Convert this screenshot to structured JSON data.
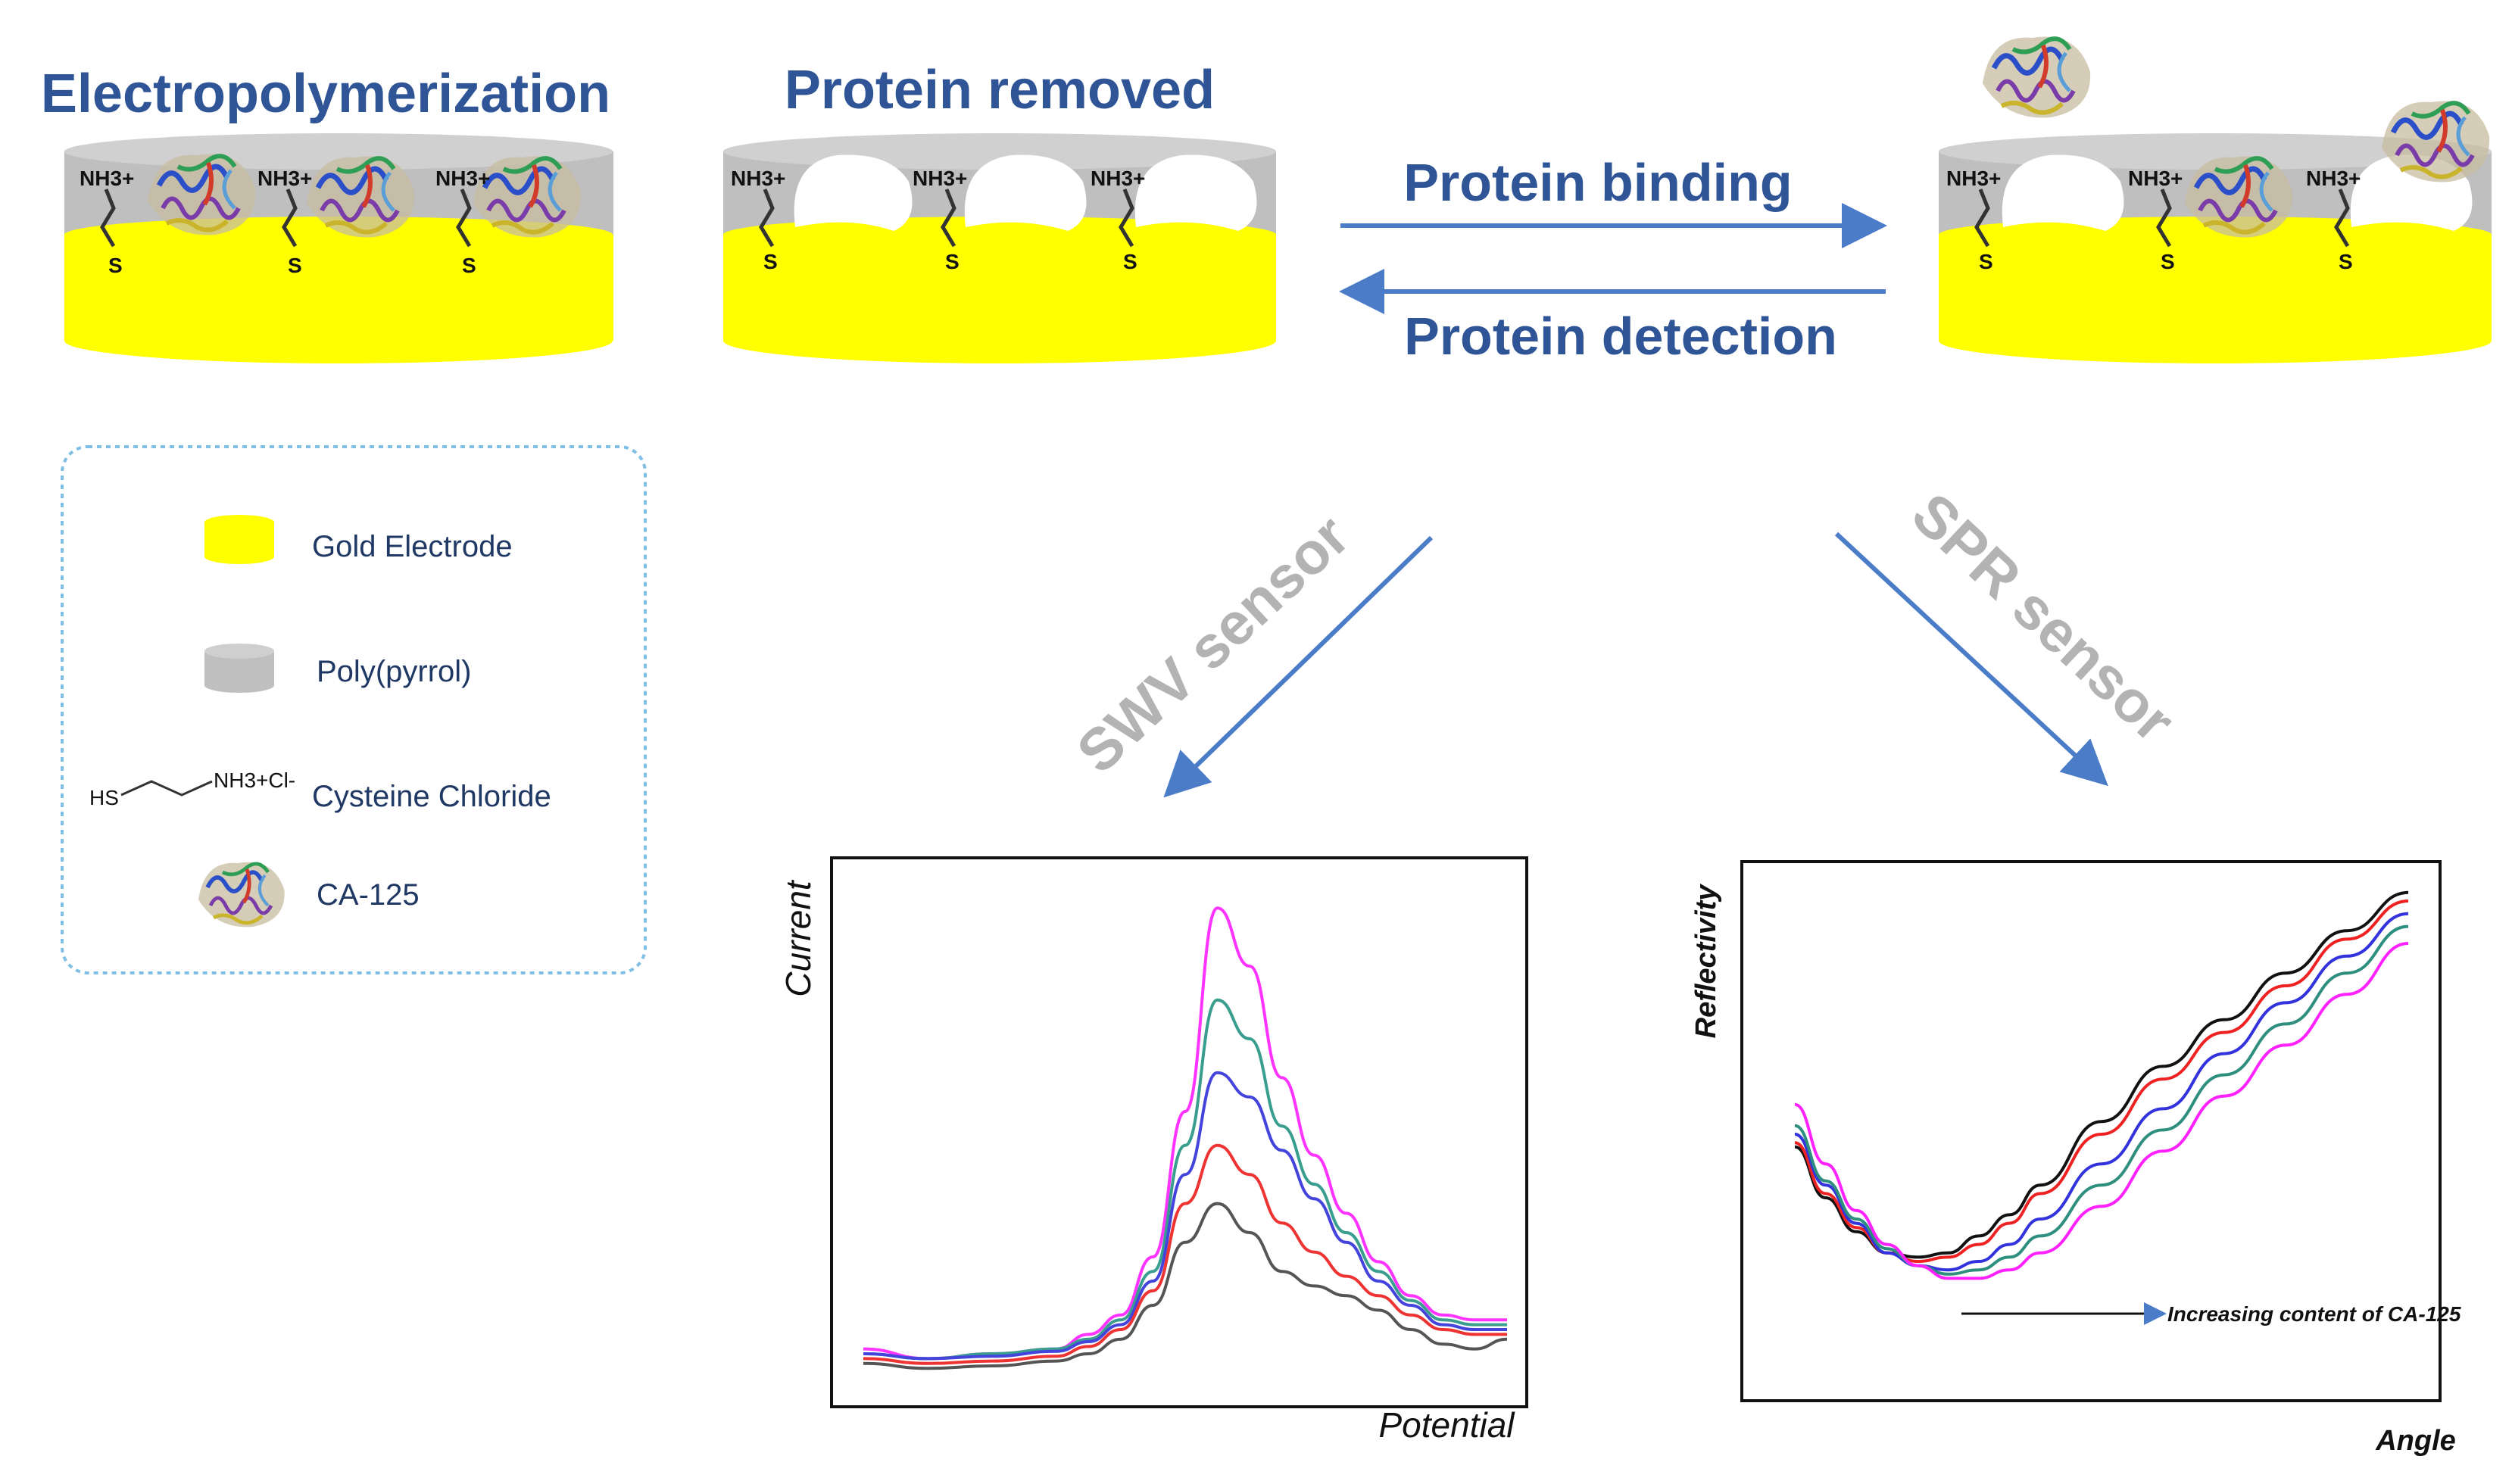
{
  "colors": {
    "title_blue": "#2f5597",
    "arrow_blue": "#4a7cc7",
    "gold": "#ffff00",
    "polymer_grey": "#bfbfbf",
    "sensor_grey": "#b3b3b3",
    "legend_border": "#7fbfe6",
    "legend_text": "#1f3864"
  },
  "stages": {
    "s1_title": "Electropolymerization",
    "s2_title": "Protein removed",
    "binding_label": "Protein binding",
    "detection_label": "Protein detection"
  },
  "chem": {
    "nh3": "NH3+",
    "s": "S"
  },
  "legend": {
    "gold": "Gold Electrode",
    "polymer": "Poly(pyrrol)",
    "cysteine": "Cysteine Chloride",
    "cysteine_formula_hs": "HS",
    "cysteine_formula_nh": "NH3+Cl-",
    "protein": "CA-125"
  },
  "sensors": {
    "swv": "SWV sensor",
    "spr": "SPR sensor"
  },
  "icons": [
    "protein-icon",
    "arrow-right-icon",
    "arrow-left-icon",
    "arrow-down-icon"
  ],
  "chart_data": [
    {
      "type": "line",
      "title": "",
      "xlabel": "Potential",
      "ylabel": "Current",
      "x": [
        0.0,
        0.1,
        0.2,
        0.3,
        0.35,
        0.4,
        0.45,
        0.5,
        0.55,
        0.6,
        0.65,
        0.7,
        0.75,
        0.8,
        0.85,
        0.9,
        0.95,
        1.0
      ],
      "series": [
        {
          "color": "#ff33ff",
          "values": [
            0.06,
            0.04,
            0.05,
            0.06,
            0.09,
            0.13,
            0.25,
            0.55,
            0.97,
            0.85,
            0.62,
            0.46,
            0.34,
            0.24,
            0.17,
            0.13,
            0.12,
            0.12
          ]
        },
        {
          "color": "#3a9e8e",
          "values": [
            0.05,
            0.04,
            0.05,
            0.06,
            0.08,
            0.12,
            0.22,
            0.48,
            0.78,
            0.7,
            0.52,
            0.4,
            0.3,
            0.22,
            0.16,
            0.12,
            0.11,
            0.11
          ]
        },
        {
          "color": "#4444dd",
          "values": [
            0.05,
            0.04,
            0.045,
            0.055,
            0.075,
            0.11,
            0.2,
            0.42,
            0.63,
            0.58,
            0.47,
            0.37,
            0.28,
            0.2,
            0.15,
            0.11,
            0.1,
            0.1
          ]
        },
        {
          "color": "#ee3333",
          "values": [
            0.04,
            0.03,
            0.035,
            0.045,
            0.065,
            0.1,
            0.18,
            0.36,
            0.48,
            0.42,
            0.32,
            0.26,
            0.21,
            0.17,
            0.13,
            0.1,
            0.09,
            0.09
          ]
        },
        {
          "color": "#555555",
          "values": [
            0.03,
            0.02,
            0.025,
            0.035,
            0.05,
            0.08,
            0.15,
            0.28,
            0.36,
            0.3,
            0.22,
            0.19,
            0.17,
            0.14,
            0.1,
            0.07,
            0.06,
            0.08
          ]
        }
      ],
      "xlim": [
        0,
        1
      ],
      "ylim": [
        0,
        1
      ],
      "grid": false
    },
    {
      "type": "line",
      "title": "",
      "xlabel": "Angle",
      "ylabel": "Reflectivity",
      "annotation": "Increasing content of CA-125",
      "x": [
        0.0,
        0.05,
        0.1,
        0.15,
        0.2,
        0.25,
        0.3,
        0.35,
        0.4,
        0.5,
        0.6,
        0.7,
        0.8,
        0.9,
        1.0
      ],
      "series": [
        {
          "color": "#111111",
          "values": [
            0.42,
            0.3,
            0.22,
            0.17,
            0.16,
            0.17,
            0.21,
            0.26,
            0.33,
            0.48,
            0.61,
            0.72,
            0.83,
            0.93,
            1.02
          ]
        },
        {
          "color": "#ee2222",
          "values": [
            0.43,
            0.31,
            0.23,
            0.17,
            0.15,
            0.16,
            0.19,
            0.24,
            0.31,
            0.45,
            0.58,
            0.69,
            0.8,
            0.91,
            1.0
          ]
        },
        {
          "color": "#3333dd",
          "values": [
            0.45,
            0.33,
            0.24,
            0.17,
            0.14,
            0.13,
            0.15,
            0.19,
            0.25,
            0.38,
            0.51,
            0.64,
            0.76,
            0.87,
            0.97
          ]
        },
        {
          "color": "#2f8f7f",
          "values": [
            0.47,
            0.34,
            0.25,
            0.18,
            0.14,
            0.12,
            0.13,
            0.16,
            0.21,
            0.33,
            0.46,
            0.59,
            0.71,
            0.83,
            0.94
          ]
        },
        {
          "color": "#ff22ff",
          "values": [
            0.52,
            0.38,
            0.27,
            0.19,
            0.14,
            0.11,
            0.11,
            0.13,
            0.17,
            0.28,
            0.41,
            0.54,
            0.66,
            0.78,
            0.9
          ]
        }
      ],
      "xlim": [
        0,
        1
      ],
      "ylim": [
        0,
        1
      ],
      "grid": false
    }
  ]
}
